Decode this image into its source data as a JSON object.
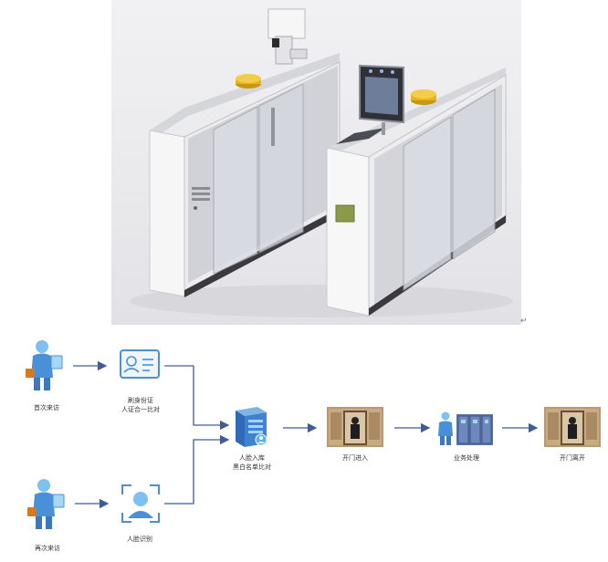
{
  "colors": {
    "arrow": "#3e5c9a",
    "icon_blue": "#4a90d9",
    "icon_light": "#7ec0ee",
    "frame": "#2b5db5",
    "gold": "#e6b422",
    "panel": "#5a74a8"
  },
  "icons": [
    "person-visitor-icon",
    "id-card-icon",
    "face-scan-icon",
    "server-icon",
    "door-open-icon",
    "service-counter-icon",
    "door-exit-icon"
  ],
  "flow": {
    "first_visit": "首次来访",
    "id_verify_line1": "刷身份证",
    "id_verify_line2": "人证合一比对",
    "server_line1": "人脸入库",
    "server_line2": "黑白名单比对",
    "open_enter": "开门进入",
    "business": "业务处理",
    "open_leave": "开门离开",
    "return_visit": "再次来访",
    "face_recognition": "人脸识别"
  }
}
